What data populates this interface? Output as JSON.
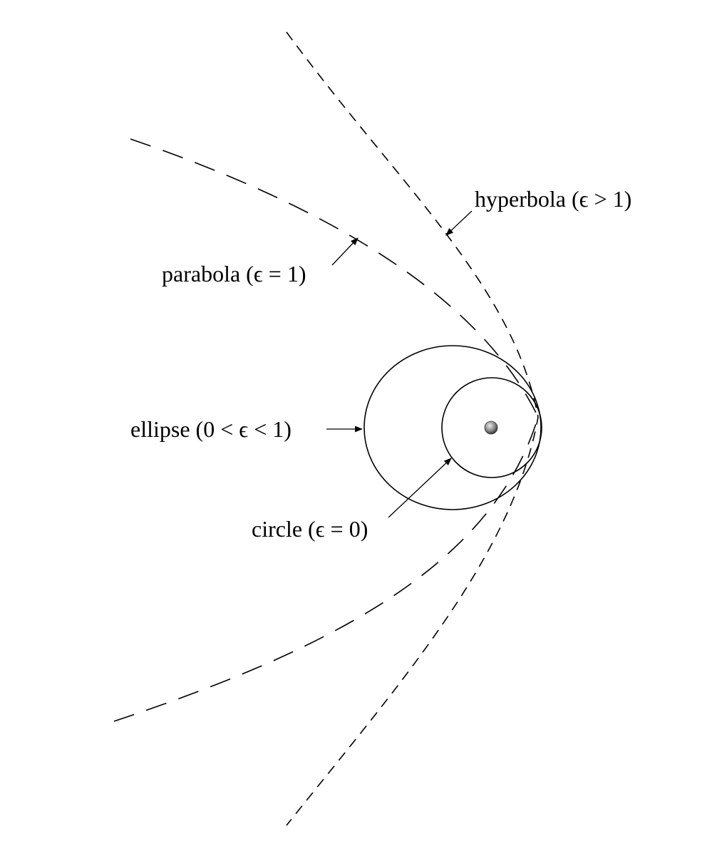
{
  "labels": {
    "hyperbola": "hyperbola (ϵ > 1)",
    "parabola": "parabola (ϵ = 1)",
    "ellipse": "ellipse (0 < ϵ < 1)",
    "circle": "circle (ϵ = 0)"
  },
  "colors": {
    "ink": "#000000",
    "background": "#ffffff",
    "focus": "#8a8a8a"
  }
}
